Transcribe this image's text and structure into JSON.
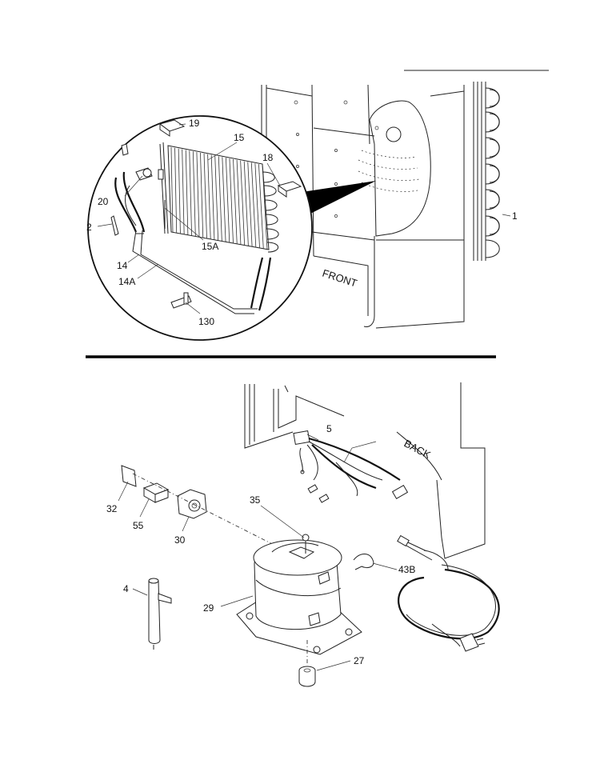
{
  "callouts": {
    "c1": "1",
    "c2": "2",
    "c14": "14",
    "c14a": "14A",
    "c15": "15",
    "c15a": "15A",
    "c18": "18",
    "c19": "19",
    "c20": "20",
    "c130": "130",
    "c5": "5",
    "c32": "32",
    "c55": "55",
    "c30": "30",
    "c35": "35",
    "c4": "4",
    "c29": "29",
    "c43b": "43B",
    "c27": "27"
  },
  "labels": {
    "front": "FRONT",
    "back": "BACK"
  }
}
